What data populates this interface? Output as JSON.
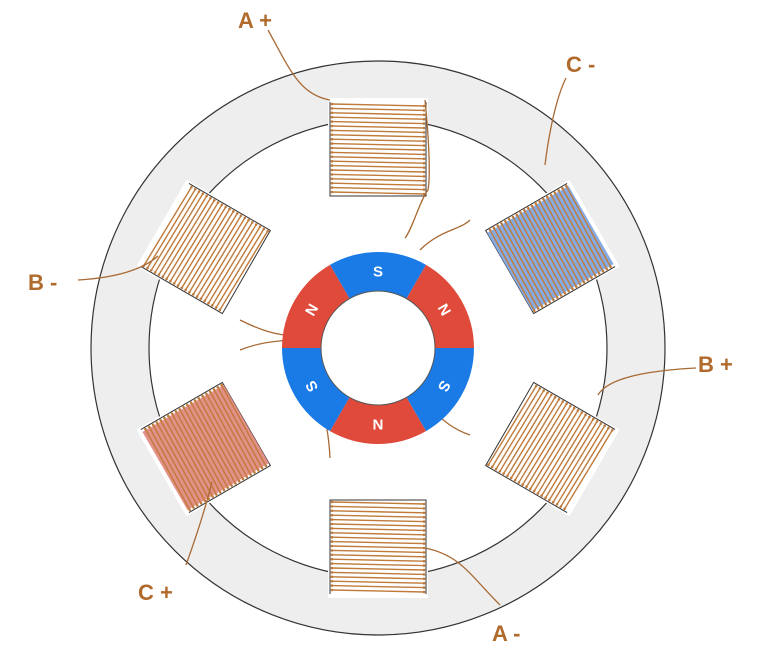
{
  "colors": {
    "stator": "#eeeeee",
    "outline": "#333333",
    "copper": "#c07a3a",
    "lead": "#a86a34",
    "label": "#b06a2c",
    "magnet_north": "#e04a3a",
    "magnet_south": "#1a7ae6",
    "energized_c_minus": "#7fa7e2",
    "energized_c_plus": "#e28a82",
    "background": "#ffffff"
  },
  "coils": [
    {
      "id": "a-plus",
      "label": "A +",
      "energized": "none"
    },
    {
      "id": "c-minus",
      "label": "C -",
      "energized": "south"
    },
    {
      "id": "b-plus",
      "label": "B +",
      "energized": "none"
    },
    {
      "id": "a-minus",
      "label": "A -",
      "energized": "none"
    },
    {
      "id": "c-plus",
      "label": "C +",
      "energized": "north"
    },
    {
      "id": "b-minus",
      "label": "B -",
      "energized": "none"
    }
  ],
  "rotor_poles": [
    {
      "id": "top",
      "letter": "S",
      "polarity": "south"
    },
    {
      "id": "upper-right",
      "letter": "N",
      "polarity": "north"
    },
    {
      "id": "lower-right",
      "letter": "S",
      "polarity": "south"
    },
    {
      "id": "bottom",
      "letter": "N",
      "polarity": "north"
    },
    {
      "id": "lower-left",
      "letter": "S",
      "polarity": "south"
    },
    {
      "id": "upper-left",
      "letter": "N",
      "polarity": "north"
    }
  ]
}
